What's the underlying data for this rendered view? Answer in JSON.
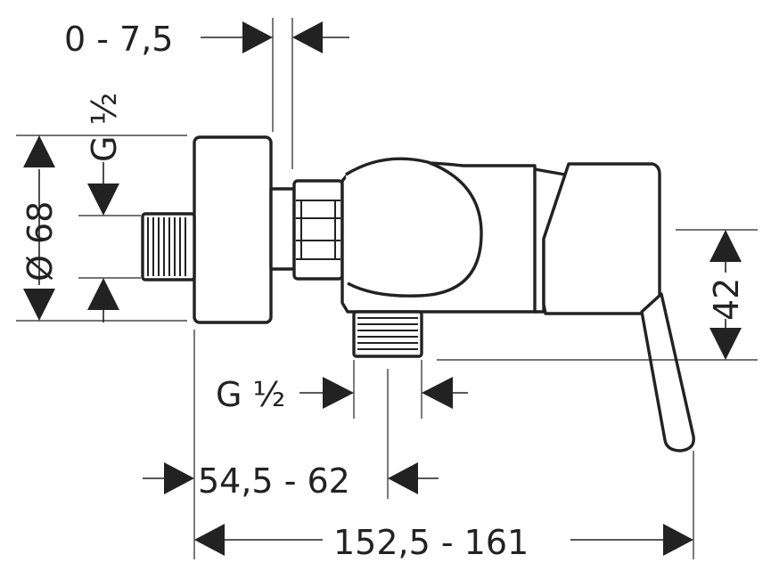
{
  "dimensions": {
    "offset": "0 - 7,5",
    "thread_top": "G ½",
    "diameter": "Ø 68",
    "height": "42",
    "thread_bottom": "G ½",
    "depth": "54,5 - 62",
    "overall": "152,5 - 161"
  }
}
